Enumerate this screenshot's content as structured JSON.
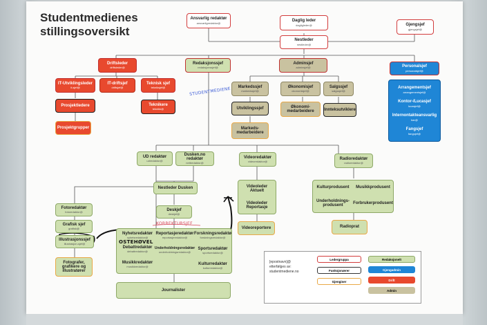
{
  "title_line1": "Studentmedienes",
  "title_line2": "stillingsoversikt",
  "boxes": {
    "ansvarlig": {
      "t": "Ansvarlig redaktør",
      "s": "ansvarligredaktor@"
    },
    "daglig": {
      "t": "Daglig leder",
      "s": "dagligleder@"
    },
    "gjengsjef": {
      "t": "Gjengsjef",
      "s": "gjengsjef@"
    },
    "nestleder": {
      "t": "Nestleder",
      "s": "nestleder@"
    },
    "driftsleder": {
      "t": "Driftsleder",
      "s": "driftsleder@"
    },
    "redaksjonssjef": {
      "t": "Redaksjonssjef",
      "s": "redaksjonssjef@"
    },
    "adminsjef": {
      "t": "Adminsjef",
      "s": "adminsjef@"
    },
    "personalsjef": {
      "t": "Personalsjef",
      "s": "personalsjef@"
    },
    "itutvikling": {
      "t": "IT-Utviklingsleder",
      "s": "it-sjef@"
    },
    "itdrift": {
      "t": "IT-driftsjef",
      "s": "driftsjef@"
    },
    "tekniksjef": {
      "t": "Teknisk sjef",
      "s": "tekniksjef@"
    },
    "prosjektledere": {
      "t": "Prosjektledere",
      "s": ""
    },
    "teknikere": {
      "t": "Teknikere",
      "s": "teknikk@"
    },
    "prosjektgrupper": {
      "t": "Prosjektgrupper",
      "s": ""
    },
    "markedssjef": {
      "t": "Markedssjef",
      "s": "markedssjef@"
    },
    "okonomisjef": {
      "t": "Økonomisjef",
      "s": "okonomisjef@"
    },
    "salgssjef": {
      "t": "Salgssjef",
      "s": "salgssjef@"
    },
    "utviklingssjef": {
      "t": "Utviklingssjef",
      "s": ""
    },
    "okonomimed": {
      "t": "Økonomi-medarbeidere",
      "s": ""
    },
    "innteksutviklere": {
      "t": "Innteksutviklere",
      "s": ""
    },
    "markedsmed": {
      "t": "Markeds-medarbeidere",
      "s": ""
    },
    "persbox": {
      "items": [
        {
          "t": "Arrangementsjef",
          "s": "arrangementsjef@"
        },
        {
          "t": "Kontor-/Lucasjef",
          "s": "lucasjef@"
        },
        {
          "t": "Internontakteansvarlig",
          "s": "bar@"
        },
        {
          "t": "Fangsjef",
          "s": "fangsjef@"
        }
      ]
    },
    "udredaktor": {
      "t": "UD redaktør",
      "s": "udredaktor@"
    },
    "duskenredaktor": {
      "t": "Dusken.no redaktør",
      "s": "nettredaktor@"
    },
    "videoredaktor": {
      "t": "Videoredaktør",
      "s": "videoredaktor@"
    },
    "radioredaktor": {
      "t": "Radioredaktør",
      "s": "radioredaktor@"
    },
    "nestlederdusken": {
      "t": "Nestleder Dusken",
      "s": ""
    },
    "videoleder": {
      "t1": "Videoleder Aktuelt",
      "t2": "Videoleder Reportasje"
    },
    "radiogroup": {
      "t1": "Kulturprodusent",
      "t2": "Musikkprodusent",
      "t3": "Underholdnings-produsent",
      "t4": "Forbrukerprodusent"
    },
    "fotoredaktor": {
      "t": "Fotoredaktør",
      "s": "fotoredaktor@"
    },
    "grafisk": {
      "t": "Grafisk sjef",
      "s": "grafisk@"
    },
    "illustrasjon": {
      "t": "Illustrasjonssjef",
      "s": "illustrasjon-sjef@"
    },
    "deskjef": {
      "t": "Deskjef",
      "s": "deskjef@"
    },
    "fotografer": {
      "t": "Fotografer, grafikere og illustratører",
      "s": ""
    },
    "videoreportere": {
      "t": "Videoreportere",
      "s": ""
    },
    "radioprat": {
      "t": "Radioprat",
      "s": ""
    },
    "journalister": {
      "t": "Journalister",
      "s": ""
    },
    "editors": {
      "nyhet": {
        "t": "Nyhetsredaktør",
        "s": "nyhetsredaktor@"
      },
      "reportasje": {
        "t": "Reportasjeredaktør",
        "s": "reportasjeredaktor@"
      },
      "forskning": {
        "t": "Forskningsredaktør",
        "s": "forskningsredaktor@"
      },
      "debatt": {
        "t": "Debattredaktør",
        "s": "debattredaktor@"
      },
      "underholdning": {
        "t": "Underholdningsredaktør",
        "s": "underholdningsredaktor@"
      },
      "sport": {
        "t": "Sportsredaktør",
        "s": "sportsredaktor@"
      },
      "musikk": {
        "t": "Musikkredaktør",
        "s": "musikkredaktor@"
      },
      "kultur": {
        "t": "Kulturredaktør",
        "s": "kulturredaktor@"
      }
    }
  },
  "handwriting": {
    "blue": "STUDENTMEDIENE",
    "red": "KORREKTURSJEF",
    "black": "OSTEHØVEL"
  },
  "legend": {
    "text1": "[epostnavn]@",
    "text2": "etterfølges av:",
    "text3": "studentmediene.no",
    "ledergruppa": "Ledergruppa",
    "funksjonaerer": "Funksjonærer",
    "gjengiser": "Gjengiser",
    "redaksjonelt": "Redaksjonelt",
    "gjengadmin": "Gjengadmin",
    "drift": "Drift",
    "admin": "Admin"
  },
  "colors": {
    "green": "#cfe0b0",
    "red": "#e8492e",
    "blue": "#1f86d6",
    "khaki": "#c9c2a0",
    "orange_border": "#e9a845"
  }
}
